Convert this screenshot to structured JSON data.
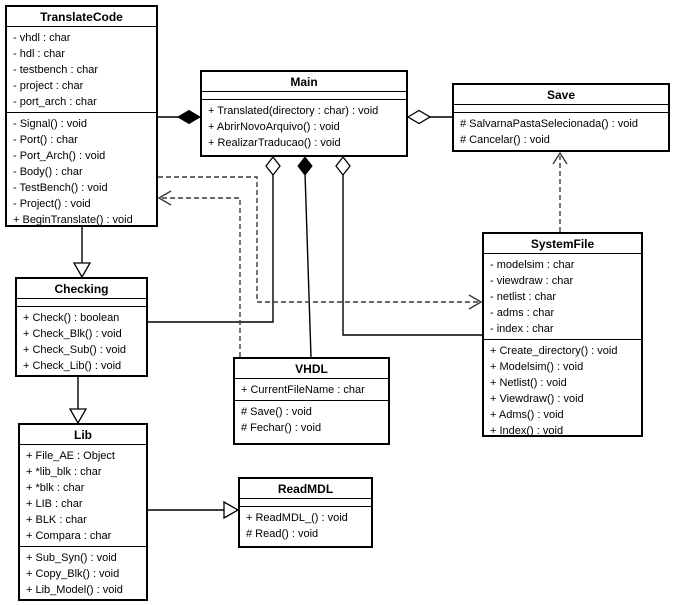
{
  "diagram": {
    "kind": "uml-class-diagram",
    "background_color": "#ffffff",
    "line_color": "#000000"
  },
  "classes": {
    "translatecode": {
      "title": "TranslateCode",
      "attributes": [
        "- vhdl : char",
        "- hdl : char",
        "- testbench : char",
        "- project : char",
        "- port_arch : char"
      ],
      "methods": [
        "- Signal() : void",
        "- Port() : char",
        "- Port_Arch() : void",
        "- Body() : char",
        "- TestBench() : void",
        "- Project() : void",
        "+ BeginTranslate() : void"
      ]
    },
    "main": {
      "title": "Main",
      "attributes": [],
      "methods": [
        "+ Translated(directory : char) : void",
        "+ AbrirNovoArquivo() : void",
        "+ RealizarTraducao() : void"
      ]
    },
    "save": {
      "title": "Save",
      "attributes": [],
      "methods": [
        "# SalvarnaPastaSelecionada() : void",
        "# Cancelar() : void"
      ]
    },
    "checking": {
      "title": "Checking",
      "attributes": [],
      "methods": [
        "+ Check() : boolean",
        "+ Check_Blk() : void",
        "+ Check_Sub() : void",
        "+ Check_Lib() : void"
      ]
    },
    "systemfile": {
      "title": "SystemFile",
      "attributes": [
        "- modelsim : char",
        "- viewdraw : char",
        "- netlist : char",
        "- adms : char",
        "- index : char"
      ],
      "methods": [
        "+ Create_directory() : void",
        "+ Modelsim() : void",
        "+ Netlist() : void",
        "+ Viewdraw() : void",
        "+ Adms() : void",
        "+ Index() : void"
      ]
    },
    "vhdl": {
      "title": "VHDL",
      "attributes": [
        "+ CurrentFileName : char"
      ],
      "methods": [
        "# Save() : void",
        "# Fechar() : void"
      ]
    },
    "lib": {
      "title": "Lib",
      "attributes": [
        "+ File_AE : Object",
        "+ *lib_blk : char",
        "+ *blk : char",
        "+ LIB : char",
        "+ BLK : char",
        "+ Compara : char"
      ],
      "methods": [
        "+ Sub_Syn() : void",
        "+ Copy_Blk() : void",
        "+ Lib_Model() : void"
      ]
    },
    "readmdl": {
      "title": "ReadMDL",
      "attributes": [],
      "methods": [
        "+ ReadMDL_() : void",
        "# Read() : void"
      ]
    }
  },
  "relationships": [
    {
      "type": "composition",
      "whole": "Main",
      "part": "TranslateCode"
    },
    {
      "type": "aggregation",
      "whole": "Main",
      "part": "Save"
    },
    {
      "type": "aggregation",
      "whole": "Main",
      "part": "Checking"
    },
    {
      "type": "composition",
      "whole": "Main",
      "part": "VHDL"
    },
    {
      "type": "aggregation",
      "whole": "Main",
      "part": "SystemFile"
    },
    {
      "type": "generalization",
      "child": "TranslateCode",
      "parent": "Checking"
    },
    {
      "type": "generalization",
      "child": "Checking",
      "parent": "Lib"
    },
    {
      "type": "generalization",
      "child": "Lib",
      "parent": "ReadMDL"
    },
    {
      "type": "dependency",
      "from": "VHDL",
      "to": "TranslateCode"
    },
    {
      "type": "dependency",
      "from": "TranslateCode",
      "to": "SystemFile"
    },
    {
      "type": "dependency",
      "from": "SystemFile",
      "to": "Save"
    }
  ]
}
